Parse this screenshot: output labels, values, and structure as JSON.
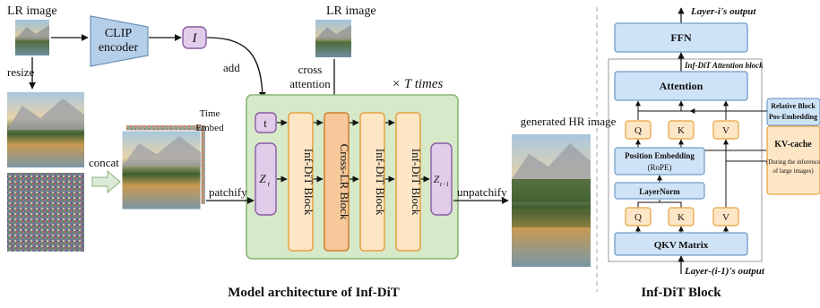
{
  "left": {
    "lr_image_label": "LR image",
    "clip_line1": "CLIP",
    "clip_line2": "encoder",
    "i_label": "I",
    "resize": "resize",
    "add": "add",
    "lr_image2_label": "LR image",
    "cross_line1": "cross",
    "cross_line2": "attention",
    "times": "× T times",
    "time_line1": "Time",
    "time_line2": "Embed",
    "t_label": "t",
    "concat": "concat",
    "patchify": "patchify",
    "zt": "Z",
    "zt_sub": "t",
    "blocks": [
      "Inf-DiT Block",
      "Cross-LR Block",
      "Inf-DiT Block",
      "Inf-DiT Block"
    ],
    "zt1": "Z",
    "zt1_sub": "t−1",
    "unpatchify": "unpatchify",
    "generated": "generated HR image",
    "caption": "Model architecture of Inf-DiT"
  },
  "right": {
    "output": "Layer-i's output",
    "ffn": "FFN",
    "attn_block": "Inf-DiT Attention block",
    "attention": "Attention",
    "rel_line1": "Relative Block",
    "rel_line2": "Pos-Embedding",
    "q1": "Q",
    "k1": "K",
    "v1": "V",
    "kv_cache": "KV-cache",
    "kv_note1": "(During the inference",
    "kv_note2": "of large images)",
    "pos_line1": "Position Embedding",
    "pos_line2": "(RoPE)",
    "layernorm": "LayerNorm",
    "q2": "Q",
    "k2": "K",
    "v2": "V",
    "qkv": "QKV Matrix",
    "input": "Layer-(i-1)'s output",
    "caption": "Inf-DiT Block"
  }
}
